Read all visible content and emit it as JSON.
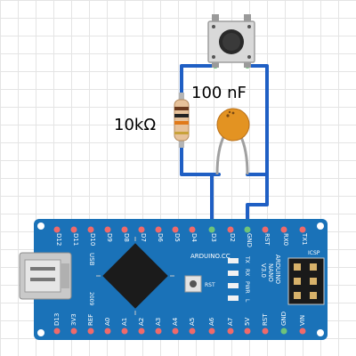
{
  "labels": {
    "resistor": "10kΩ",
    "capacitor": "100 nF"
  },
  "board": {
    "name_line1": "ARDUINO",
    "name_line2": "NANO",
    "version": "V3.0",
    "brand": "ARDUINO.CC",
    "usb": "USB",
    "year": "2009",
    "icsp": "ICSP",
    "rst_button": "RST",
    "leds": [
      "TX",
      "RX",
      "PWR",
      "L"
    ],
    "top_pins": [
      "D12",
      "D11",
      "D10",
      "D9",
      "D8",
      "D7",
      "D6",
      "D5",
      "D4",
      "D3",
      "D2",
      "GND",
      "RST",
      "RX0",
      "TX1"
    ],
    "bottom_pins": [
      "D13",
      "3V3",
      "REF",
      "A0",
      "A1",
      "A2",
      "A3",
      "A4",
      "A5",
      "A6",
      "A7",
      "5V",
      "RST",
      "GND",
      "VIN"
    ]
  },
  "colors": {
    "wire": "#1f5fc4",
    "board": "#1a72b8",
    "header_pin": "#ef6a6a",
    "capacitor": "#e39322",
    "resistor_body": "#e7c29a"
  }
}
